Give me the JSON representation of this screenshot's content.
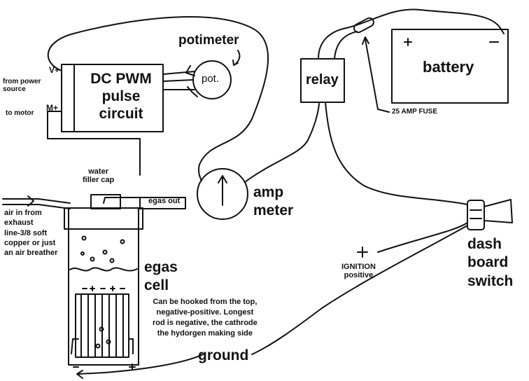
{
  "pwm_box": {
    "line1": "DC PWM",
    "line2": "pulse",
    "line3": "circuit"
  },
  "terminals": {
    "v_plus": "V+",
    "m_plus": "M+"
  },
  "labels": {
    "from_power_source": "from power\nsource",
    "to_motor": "to motor",
    "potimeter": "potimeter",
    "pot": "pot.",
    "relay": "relay",
    "battery": "battery",
    "battery_plus": "+",
    "battery_minus": "−",
    "fuse": "25  AMP FUSE",
    "amp_meter": "amp\nmeter",
    "water_filler_cap": "water\nfiller cap",
    "egas_out": "egas out",
    "air_in": "air in from\nexhaust\nline-3/8 soft\ncopper or just\nan air breather",
    "egas_cell": "egas\ncell",
    "hookup_note": "Can be hooked from the top,\nnegative-positive. Longest\nrod is negative, the cathrode\nthe hydorgen making side",
    "ground": "ground",
    "ignition_plus": "+",
    "ignition": "IGNITION\npositive",
    "dash_switch": "dash\nboard\nswitch",
    "cell_minus": "−",
    "cell_plus": "+"
  }
}
